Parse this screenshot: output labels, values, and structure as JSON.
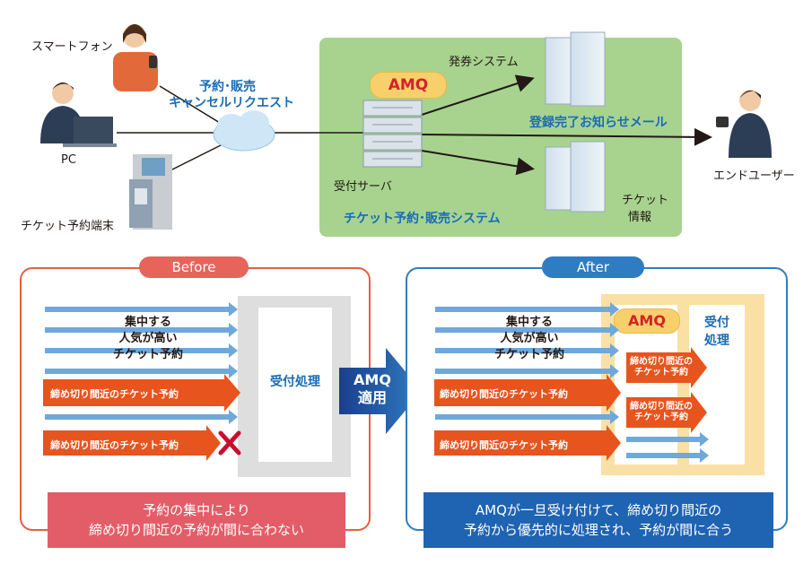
{
  "top": {
    "smartphone_label": "スマートフォン",
    "pc_label": "PC",
    "terminal_label": "チケット予約端末",
    "request_label_1": "予約･販売",
    "request_label_2": "キャンセルリクエスト",
    "amq_badge": "AMQ",
    "reception_server": "受付サーバ",
    "issuing_system": "発券システム",
    "mail_label": "登録完了お知らせメール",
    "ticket_info_1": "チケット",
    "ticket_info_2": "情報",
    "system_name": "チケット予約･販売システム",
    "end_user": "エンドユーザー"
  },
  "before": {
    "tag": "Before",
    "demand_1": "集中する",
    "demand_2": "人気が高い",
    "demand_3": "チケット予約",
    "urgent_1": "締め切り間近のチケット予約",
    "urgent_2": "締め切り間近のチケット予約",
    "reception": "受付処理",
    "caption_1": "予約の集中により",
    "caption_2": "締め切り間近の予約が間に合わない"
  },
  "middle": {
    "line1": "AMQ",
    "line2": "適用"
  },
  "after": {
    "tag": "After",
    "demand_1": "集中する",
    "demand_2": "人気が高い",
    "demand_3": "チケット予約",
    "urgent_1": "締め切り間近のチケット予約",
    "urgent_2": "締め切り間近のチケット予約",
    "amq_badge": "AMQ",
    "queued_1a": "締め切り間近の",
    "queued_1b": "チケット予約",
    "queued_2a": "締め切り間近の",
    "queued_2b": "チケット予約",
    "reception_1": "受付",
    "reception_2": "処理",
    "caption_1": "AMQが一旦受け付けて、締め切り間近の",
    "caption_2": "予約から優先的に処理され、予約が間に合う"
  },
  "colors": {
    "system_bg": "#a7d38f",
    "before_accent": "#e45f41",
    "after_accent": "#2f7cc3",
    "urgent_arrow": "#e8541e",
    "normal_arrow": "#6fa8dc",
    "label_blue": "#1a6cb5",
    "amq_yellow": "#f7d06b",
    "cross_red": "#c8102e"
  },
  "icons": [
    "person-smartphone-icon",
    "person-pc-icon",
    "kiosk-icon",
    "cloud-icon",
    "server-rack-icon",
    "building-icon",
    "person-phone-icon",
    "cross-icon"
  ]
}
